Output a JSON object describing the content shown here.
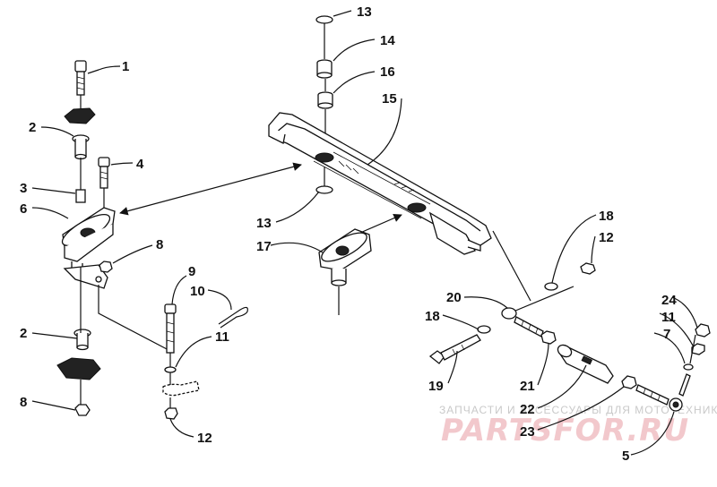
{
  "callouts": {
    "c1": "1",
    "c2a": "2",
    "c2b": "2",
    "c3": "3",
    "c4": "4",
    "c5": "5",
    "c6": "6",
    "c7": "7",
    "c8a": "8",
    "c8b": "8",
    "c9": "9",
    "c10": "10",
    "c11a": "11",
    "c11b": "11",
    "c12a": "12",
    "c12b": "12",
    "c13a": "13",
    "c13b": "13",
    "c14": "14",
    "c15": "15",
    "c16": "16",
    "c17": "17",
    "c18a": "18",
    "c18b": "18",
    "c19": "19",
    "c20": "20",
    "c21": "21",
    "c22": "22",
    "c23": "23",
    "c24": "24"
  },
  "watermark": {
    "tagline": "ЗАПЧАСТИ И АКСЕССУАРЫ ДЛЯ МОТОТЕХНИКИ",
    "logo": "PARTSFOR.RU"
  }
}
